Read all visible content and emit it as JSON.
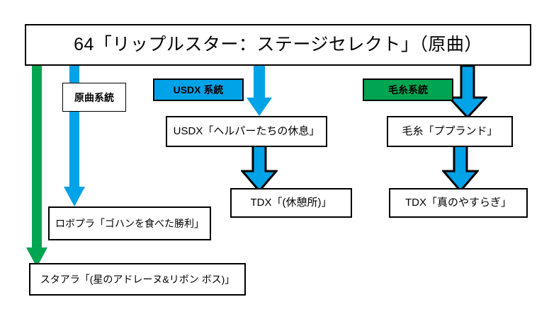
{
  "diagram": {
    "title_node": {
      "label": "64「リップルスター：ステージセレクト」（原曲）"
    },
    "legends": [
      {
        "key": "genkyoku",
        "label": "原曲系統",
        "style": "plain",
        "color": "#FFFFFF"
      },
      {
        "key": "usdx",
        "label": "USDX 系統",
        "style": "blue",
        "color": "#00A2E8"
      },
      {
        "key": "keito",
        "label": "毛糸系統",
        "style": "green",
        "color": "#00A551"
      }
    ],
    "nodes": [
      {
        "key": "usdx-helper",
        "label": "USDX「ヘルパーたちの休息」"
      },
      {
        "key": "keito-pupu",
        "label": "毛糸「ププランド」"
      },
      {
        "key": "tdx-kyukeijo",
        "label": "TDX「(休憩所)」"
      },
      {
        "key": "tdx-yasuragi",
        "label": "TDX「真のやすらぎ」"
      },
      {
        "key": "robopla",
        "label": "ロボプラ「ゴハンを食べた勝利」"
      },
      {
        "key": "staara",
        "label": "スタアラ「(星のアドレーヌ&リボン ボス)」"
      }
    ],
    "arrows": [
      {
        "key": "title-to-staara",
        "color": "#00A551",
        "outline": "none",
        "from": "title_node",
        "to": "staara"
      },
      {
        "key": "title-to-robopla",
        "color": "#00A2E8",
        "outline": "none",
        "from": "title_node",
        "to": "robopla"
      },
      {
        "key": "title-to-usdx",
        "color": "#00A2E8",
        "outline": "none",
        "from": "title_node",
        "to": "usdx-helper"
      },
      {
        "key": "usdx-to-tdx",
        "color": "#00A2E8",
        "outline": "#000000",
        "from": "usdx-helper",
        "to": "tdx-kyukeijo"
      },
      {
        "key": "title-to-keito",
        "color": "#00A2E8",
        "outline": "#000000",
        "from": "title_node",
        "to": "keito-pupu"
      },
      {
        "key": "keito-to-tdx",
        "color": "#00A2E8",
        "outline": "#000000",
        "from": "keito-pupu",
        "to": "tdx-yasuragi"
      }
    ],
    "palette": {
      "blue": "#00A2E8",
      "green": "#00A551",
      "stroke": "#000000",
      "background": "#FFFFFF"
    }
  }
}
